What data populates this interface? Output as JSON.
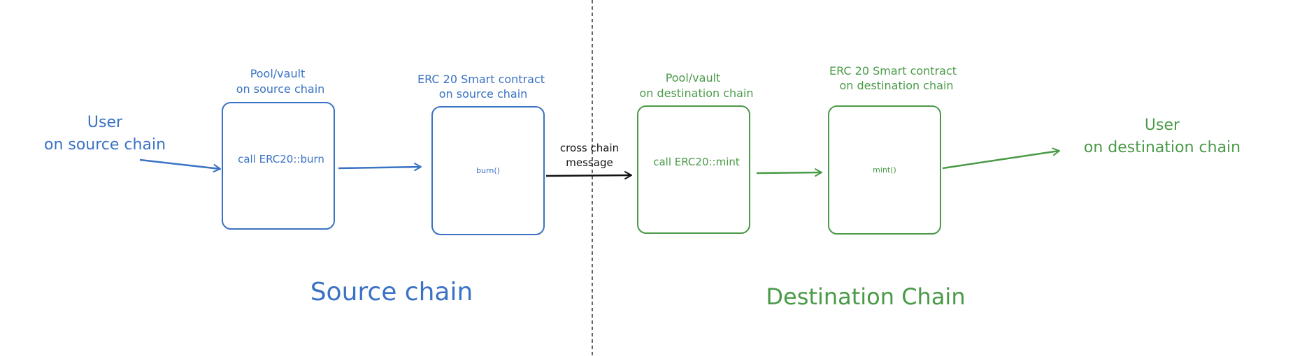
{
  "colors": {
    "source": "#3a72c4",
    "destination": "#4a9a48",
    "divider": "#333333",
    "message": "#111111",
    "background": "#ffffff"
  },
  "source": {
    "user_label": [
      "User",
      "on source chain"
    ],
    "pool_caption": [
      "Pool/vault",
      "on source chain"
    ],
    "pool_text": "call ERC20::burn",
    "contract_caption": [
      "ERC 20 Smart contract",
      "on source chain"
    ],
    "contract_text": "burn()",
    "section_title": "Source chain"
  },
  "message": {
    "label": [
      "cross chain",
      "message"
    ]
  },
  "destination": {
    "pool_caption": [
      "Pool/vault",
      "on destination chain"
    ],
    "pool_text": "call ERC20::mint",
    "contract_caption": [
      "ERC 20 Smart contract",
      "on destination chain"
    ],
    "contract_text": "mint()",
    "user_label": [
      "User",
      "on destination chain"
    ],
    "section_title": "Destination Chain"
  }
}
